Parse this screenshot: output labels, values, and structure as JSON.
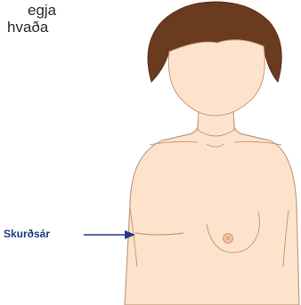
{
  "caption": {
    "line1": "egja",
    "line2": "hvaða"
  },
  "annotation": {
    "label": "Skurðsár"
  },
  "colors": {
    "skin": "#fde3cc",
    "outline": "#c39a80",
    "hair": "#6b3b1f",
    "arrow": "#1f3a84",
    "nipple": "#e9a77f"
  }
}
